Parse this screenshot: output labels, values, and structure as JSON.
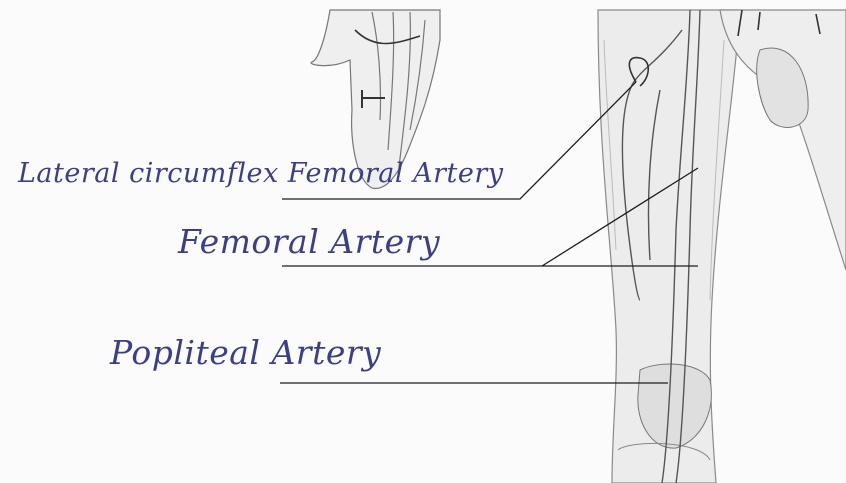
{
  "labels": {
    "lateral_circumflex_femoral_artery": "Lateral circumflex Femoral Artery",
    "femoral_artery": "Femoral Artery",
    "popliteal_artery": "Popliteal Artery"
  },
  "colors": {
    "handwriting": "#3a3f8a",
    "ink": "#222222",
    "paper": "#fbfbfb",
    "skin_shade": "#e6e6e6"
  }
}
